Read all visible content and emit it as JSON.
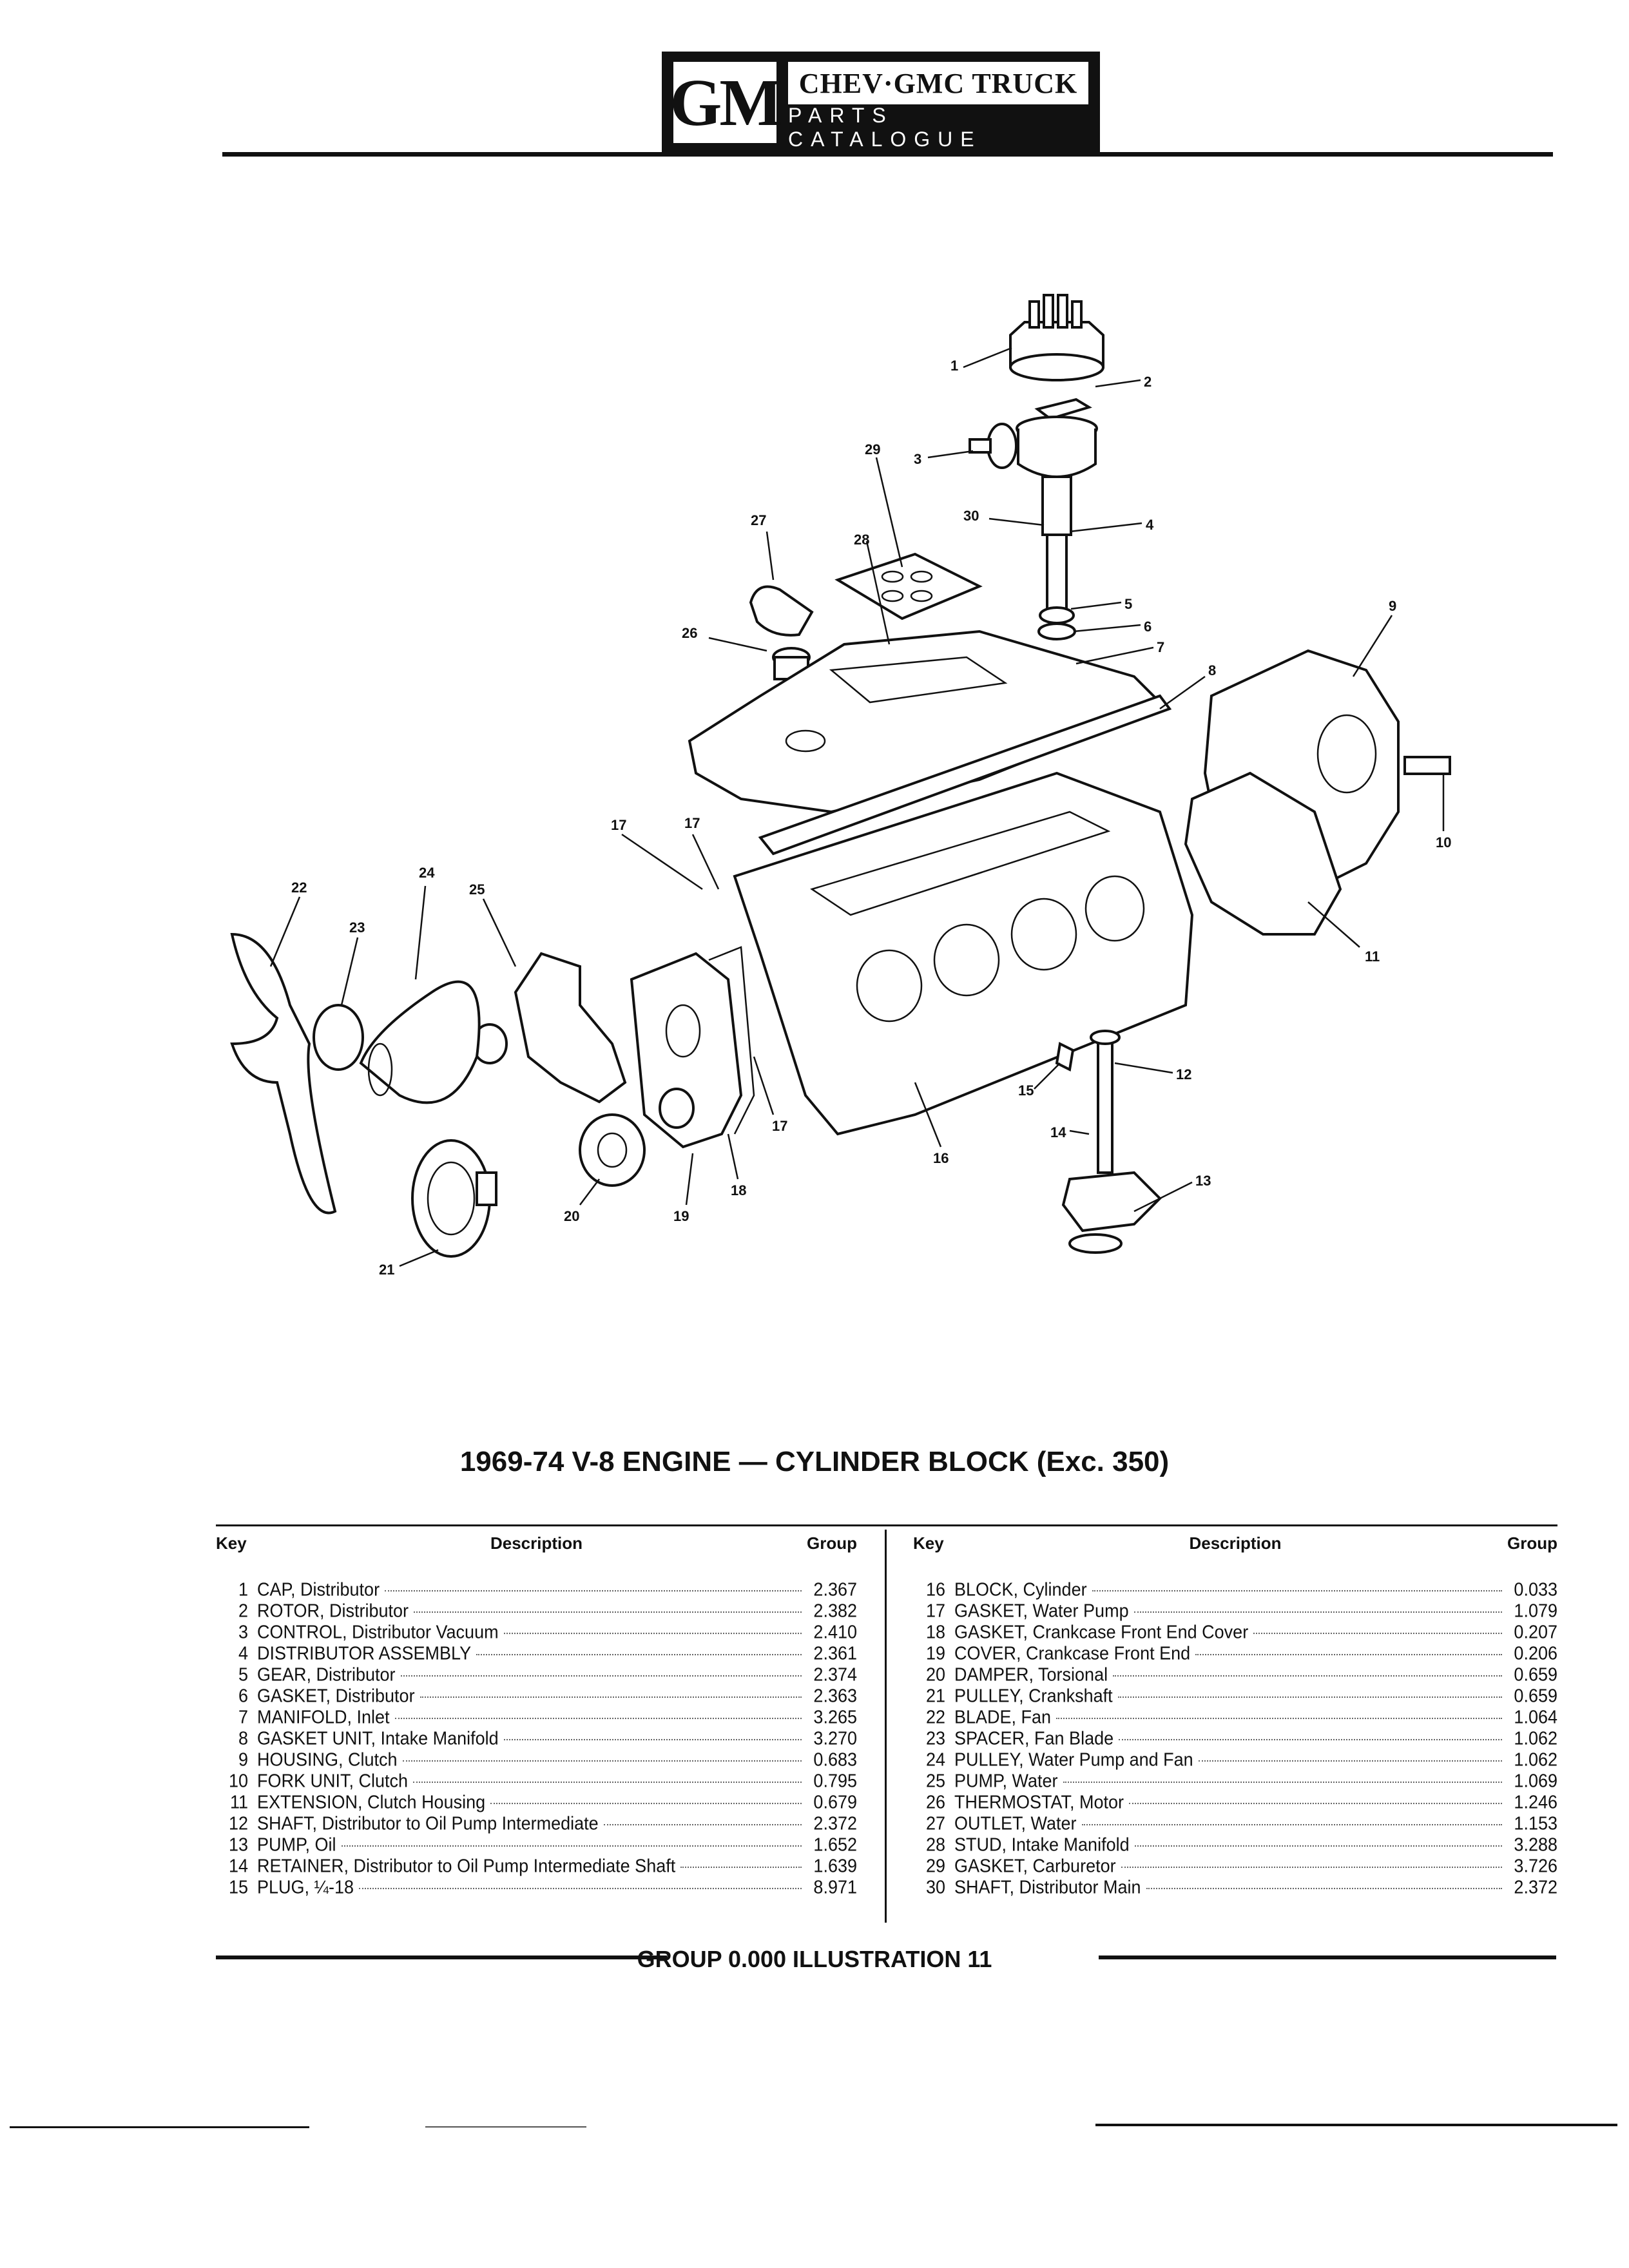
{
  "header": {
    "logo_mark": "GM",
    "logo_line1": "CHEV·GMC TRUCK",
    "logo_line2": "PARTS CATALOGUE"
  },
  "illustration": {
    "callouts": [
      "1",
      "2",
      "3",
      "4",
      "5",
      "6",
      "7",
      "8",
      "9",
      "10",
      "11",
      "12",
      "13",
      "14",
      "15",
      "16",
      "17",
      "17",
      "17",
      "18",
      "19",
      "20",
      "21",
      "22",
      "23",
      "24",
      "25",
      "26",
      "27",
      "28",
      "29",
      "30"
    ]
  },
  "caption": "1969-74 V-8 ENGINE — CYLINDER BLOCK (Exc. 350)",
  "table": {
    "headers": {
      "key": "Key",
      "description": "Description",
      "group": "Group"
    },
    "left": [
      {
        "key": "1",
        "description": "CAP, Distributor",
        "group": "2.367"
      },
      {
        "key": "2",
        "description": "ROTOR, Distributor",
        "group": "2.382"
      },
      {
        "key": "3",
        "description": "CONTROL, Distributor Vacuum",
        "group": "2.410"
      },
      {
        "key": "4",
        "description": "DISTRIBUTOR ASSEMBLY",
        "group": "2.361"
      },
      {
        "key": "5",
        "description": "GEAR, Distributor",
        "group": "2.374"
      },
      {
        "key": "6",
        "description": "GASKET, Distributor",
        "group": "2.363"
      },
      {
        "key": "7",
        "description": "MANIFOLD, Inlet",
        "group": "3.265"
      },
      {
        "key": "8",
        "description": "GASKET UNIT, Intake Manifold",
        "group": "3.270"
      },
      {
        "key": "9",
        "description": "HOUSING, Clutch",
        "group": "0.683"
      },
      {
        "key": "10",
        "description": "FORK UNIT, Clutch",
        "group": "0.795"
      },
      {
        "key": "11",
        "description": "EXTENSION, Clutch Housing",
        "group": "0.679"
      },
      {
        "key": "12",
        "description": "SHAFT, Distributor to Oil Pump Intermediate",
        "group": "2.372"
      },
      {
        "key": "13",
        "description": "PUMP, Oil",
        "group": "1.652"
      },
      {
        "key": "14",
        "description": "RETAINER, Distributor to Oil Pump Intermediate Shaft",
        "group": "1.639"
      },
      {
        "key": "15",
        "description": "PLUG, ¼-18",
        "group": "8.971"
      }
    ],
    "right": [
      {
        "key": "16",
        "description": "BLOCK, Cylinder",
        "group": "0.033"
      },
      {
        "key": "17",
        "description": "GASKET, Water Pump",
        "group": "1.079"
      },
      {
        "key": "18",
        "description": "GASKET, Crankcase Front End Cover",
        "group": "0.207"
      },
      {
        "key": "19",
        "description": "COVER, Crankcase Front End",
        "group": "0.206"
      },
      {
        "key": "20",
        "description": "DAMPER, Torsional",
        "group": "0.659"
      },
      {
        "key": "21",
        "description": "PULLEY, Crankshaft",
        "group": "0.659"
      },
      {
        "key": "22",
        "description": "BLADE, Fan",
        "group": "1.064"
      },
      {
        "key": "23",
        "description": "SPACER, Fan Blade",
        "group": "1.062"
      },
      {
        "key": "24",
        "description": "PULLEY, Water Pump and Fan",
        "group": "1.062"
      },
      {
        "key": "25",
        "description": "PUMP, Water",
        "group": "1.069"
      },
      {
        "key": "26",
        "description": "THERMOSTAT, Motor",
        "group": "1.246"
      },
      {
        "key": "27",
        "description": "OUTLET, Water",
        "group": "1.153"
      },
      {
        "key": "28",
        "description": "STUD, Intake Manifold",
        "group": "3.288"
      },
      {
        "key": "29",
        "description": "GASKET, Carburetor",
        "group": "3.726"
      },
      {
        "key": "30",
        "description": "SHAFT, Distributor Main",
        "group": "2.372"
      }
    ]
  },
  "footer": "GROUP 0.000 ILLUSTRATION 11"
}
